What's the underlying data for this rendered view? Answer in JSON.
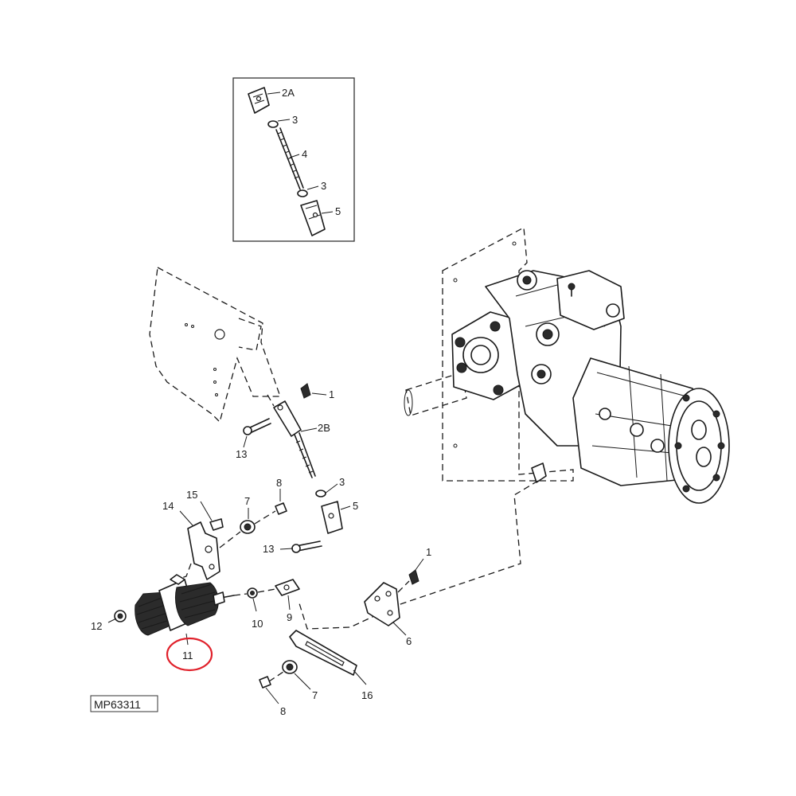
{
  "callouts": {
    "inset_2a": "2A",
    "inset_3_top": "3",
    "inset_4": "4",
    "inset_3_bottom": "3",
    "inset_5": "5",
    "c1_upper": "1",
    "c2b": "2B",
    "c13_upper": "13",
    "c3": "3",
    "c15": "15",
    "c14": "14",
    "c7_upper": "7",
    "c8_upper": "8",
    "c5": "5",
    "c13_lower": "13",
    "c1_lower": "1",
    "c12": "12",
    "c10": "10",
    "c9": "9",
    "c6": "6",
    "c11": "11",
    "c16": "16",
    "c7_lower": "7",
    "c8_lower": "8"
  },
  "figure_id": "MP63311",
  "highlight": {
    "part": "11",
    "color": "#e0202a"
  }
}
